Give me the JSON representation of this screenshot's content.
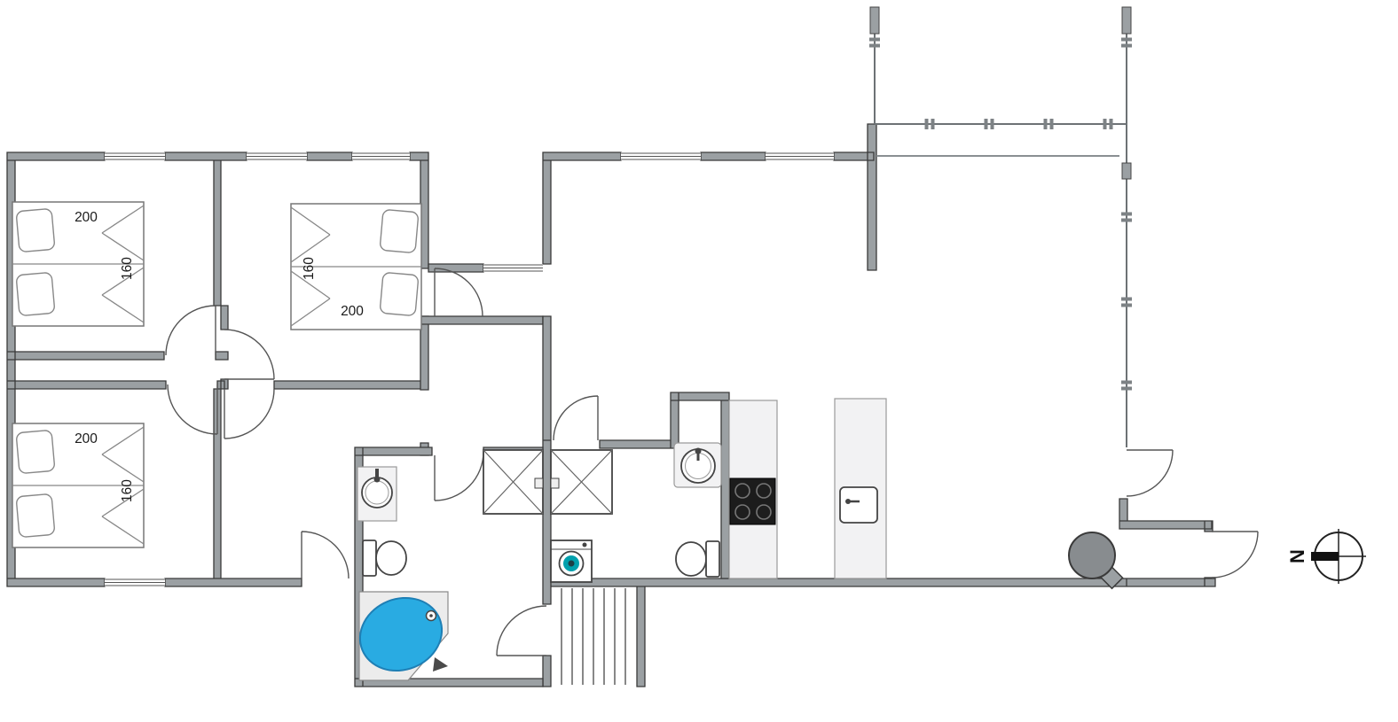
{
  "floorplan": {
    "compass": {
      "label": "N"
    },
    "bedroom1": {
      "bed_length": "200",
      "bed_width": "160"
    },
    "bedroom2": {
      "bed_length": "200",
      "bed_width": "160"
    },
    "bedroom3": {
      "bed_length": "200",
      "bed_width": "160"
    },
    "colors": {
      "wall_fill": "#9ba0a3",
      "wall_stroke": "#3a3a3a",
      "tub_blue": "#29abe2",
      "stove_black": "#1c1c1c",
      "fireplace_gray": "#888c8f",
      "washer_accent": "#00a0ad",
      "counter_gray": "#f2f2f3"
    }
  }
}
